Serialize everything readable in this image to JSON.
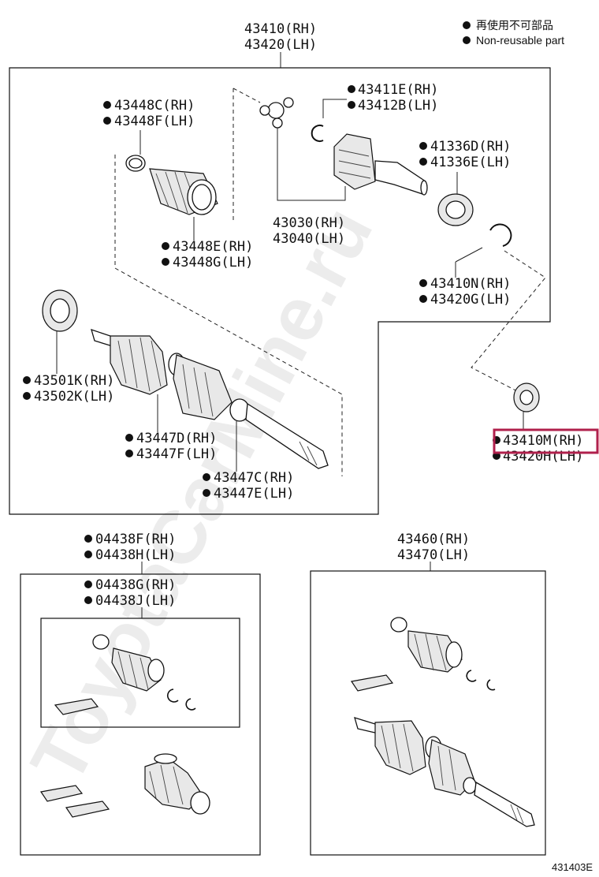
{
  "legend": {
    "jp": "再使用不可部品",
    "en": "Non-reusable part"
  },
  "watermark": "ToyotaCarMine.ru",
  "figure_code": "431403E",
  "assembly_main": {
    "rh": "43410(RH)",
    "lh": "43420(LH)"
  },
  "labels": {
    "boot_clamp_outer_top": {
      "rh": "43448C(RH)",
      "lh": "43448F(LH)"
    },
    "boot_inner": {
      "rh": "43448E(RH)",
      "lh": "43448G(LH)"
    },
    "snap_ring_top": {
      "rh": "43411E(RH)",
      "lh": "43412B(LH)"
    },
    "inboard_joint": {
      "rh": "43030(RH)",
      "lh": "43040(LH)"
    },
    "dust_seal_top": {
      "rh": "41336D(RH)",
      "lh": "41336E(LH)"
    },
    "hole_snap_ring": {
      "rh": "43410N(RH)",
      "lh": "43420G(LH)"
    },
    "dust_deflector": {
      "rh": "43501K(RH)",
      "lh": "43502K(LH)"
    },
    "outboard_boot_clamp": {
      "rh": "43447D(RH)",
      "lh": "43447F(LH)"
    },
    "inboard_boot_clamp": {
      "rh": "43447C(RH)",
      "lh": "43447E(LH)"
    },
    "outer_seal": {
      "rh": "43410M(RH)",
      "lh": "43420H(LH)"
    },
    "boot_kit_outer": {
      "rh": "04438F(RH)",
      "lh": "04438H(LH)"
    },
    "boot_kit_inner": {
      "rh": "04438G(RH)",
      "lh": "04438J(LH)"
    },
    "shaft_assy": {
      "rh": "43460(RH)",
      "lh": "43470(LH)"
    }
  },
  "highlight_color": "#b0204c"
}
